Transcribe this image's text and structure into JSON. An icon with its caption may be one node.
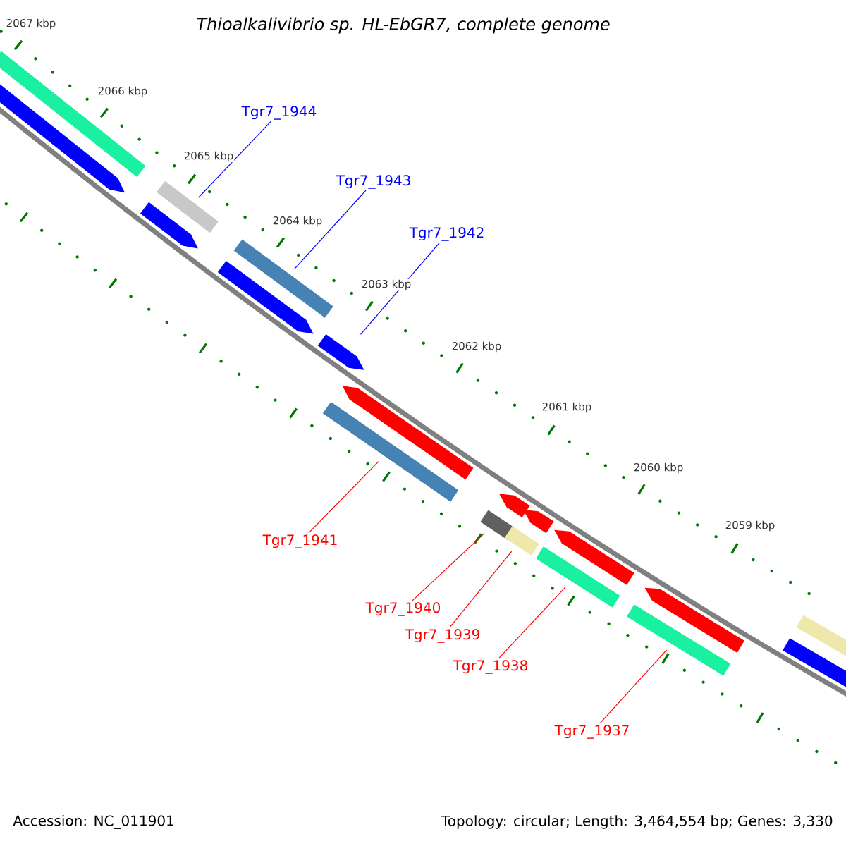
{
  "diagram": {
    "title": "Thioalkalivibrio sp. HL-EbGR7, complete genome",
    "nodes": [
      {
        "text": [],
        "shape": "bar"
      },
      {
        "text": [],
        "shape": "bar"
      },
      {
        "text": [],
        "shape": "bar"
      },
      {
        "text": [],
        "shape": "bar"
      },
      {
        "text": [],
        "shape": "bar"
      },
      {
        "text": [],
        "shape": "bar"
      },
      {
        "text": [],
        "shape": "bar"
      },
      {
        "text": [],
        "shape": "bar"
      },
      {
        "text": [],
        "shape": "bar"
      },
      {
        "text": [],
        "shape": "bar"
      },
      {
        "text": [
          "Tgr7_1944"
        ]
      },
      {
        "text": [
          "Tgr7_1943"
        ]
      },
      {
        "text": [
          "Tgr7_1942"
        ]
      },
      {
        "text": [
          "Tgr7_1941"
        ]
      },
      {
        "text": [
          "Tgr7_1940"
        ]
      },
      {
        "text": [
          "Tgr7_1939"
        ]
      },
      {
        "text": [
          "Tgr7_1938"
        ]
      },
      {
        "text": [
          "Tgr7_1937"
        ]
      }
    ],
    "edges": [
      {
        "from": 10,
        "to": 1,
        "arrow": "none",
        "color": "#0000ff"
      },
      {
        "from": 11,
        "to": 2,
        "arrow": "none",
        "color": "#0000ff"
      },
      {
        "from": 12,
        "to": 3,
        "arrow": "none",
        "color": "#0000ff"
      },
      {
        "from": 13,
        "to": 4,
        "arrow": "none"
      },
      {
        "from": 14,
        "to": 5,
        "arrow": "none"
      },
      {
        "from": 15,
        "to": 6,
        "arrow": "none"
      },
      {
        "from": 16,
        "to": 7,
        "arrow": "none"
      },
      {
        "from": 17,
        "to": 8,
        "arrow": "none"
      }
    ],
    "labels": [
      "2067 kbp",
      "2066 kbp",
      "2065 kbp",
      "2064 kbp",
      "2063 kbp",
      "2062 kbp",
      "2061 kbp",
      "2060 kbp",
      "2059 kbp",
      "Accession: NC_011901",
      "Topology: circular; Length: 3,464,554 bp; Genes: 3,330"
    ]
  }
}
